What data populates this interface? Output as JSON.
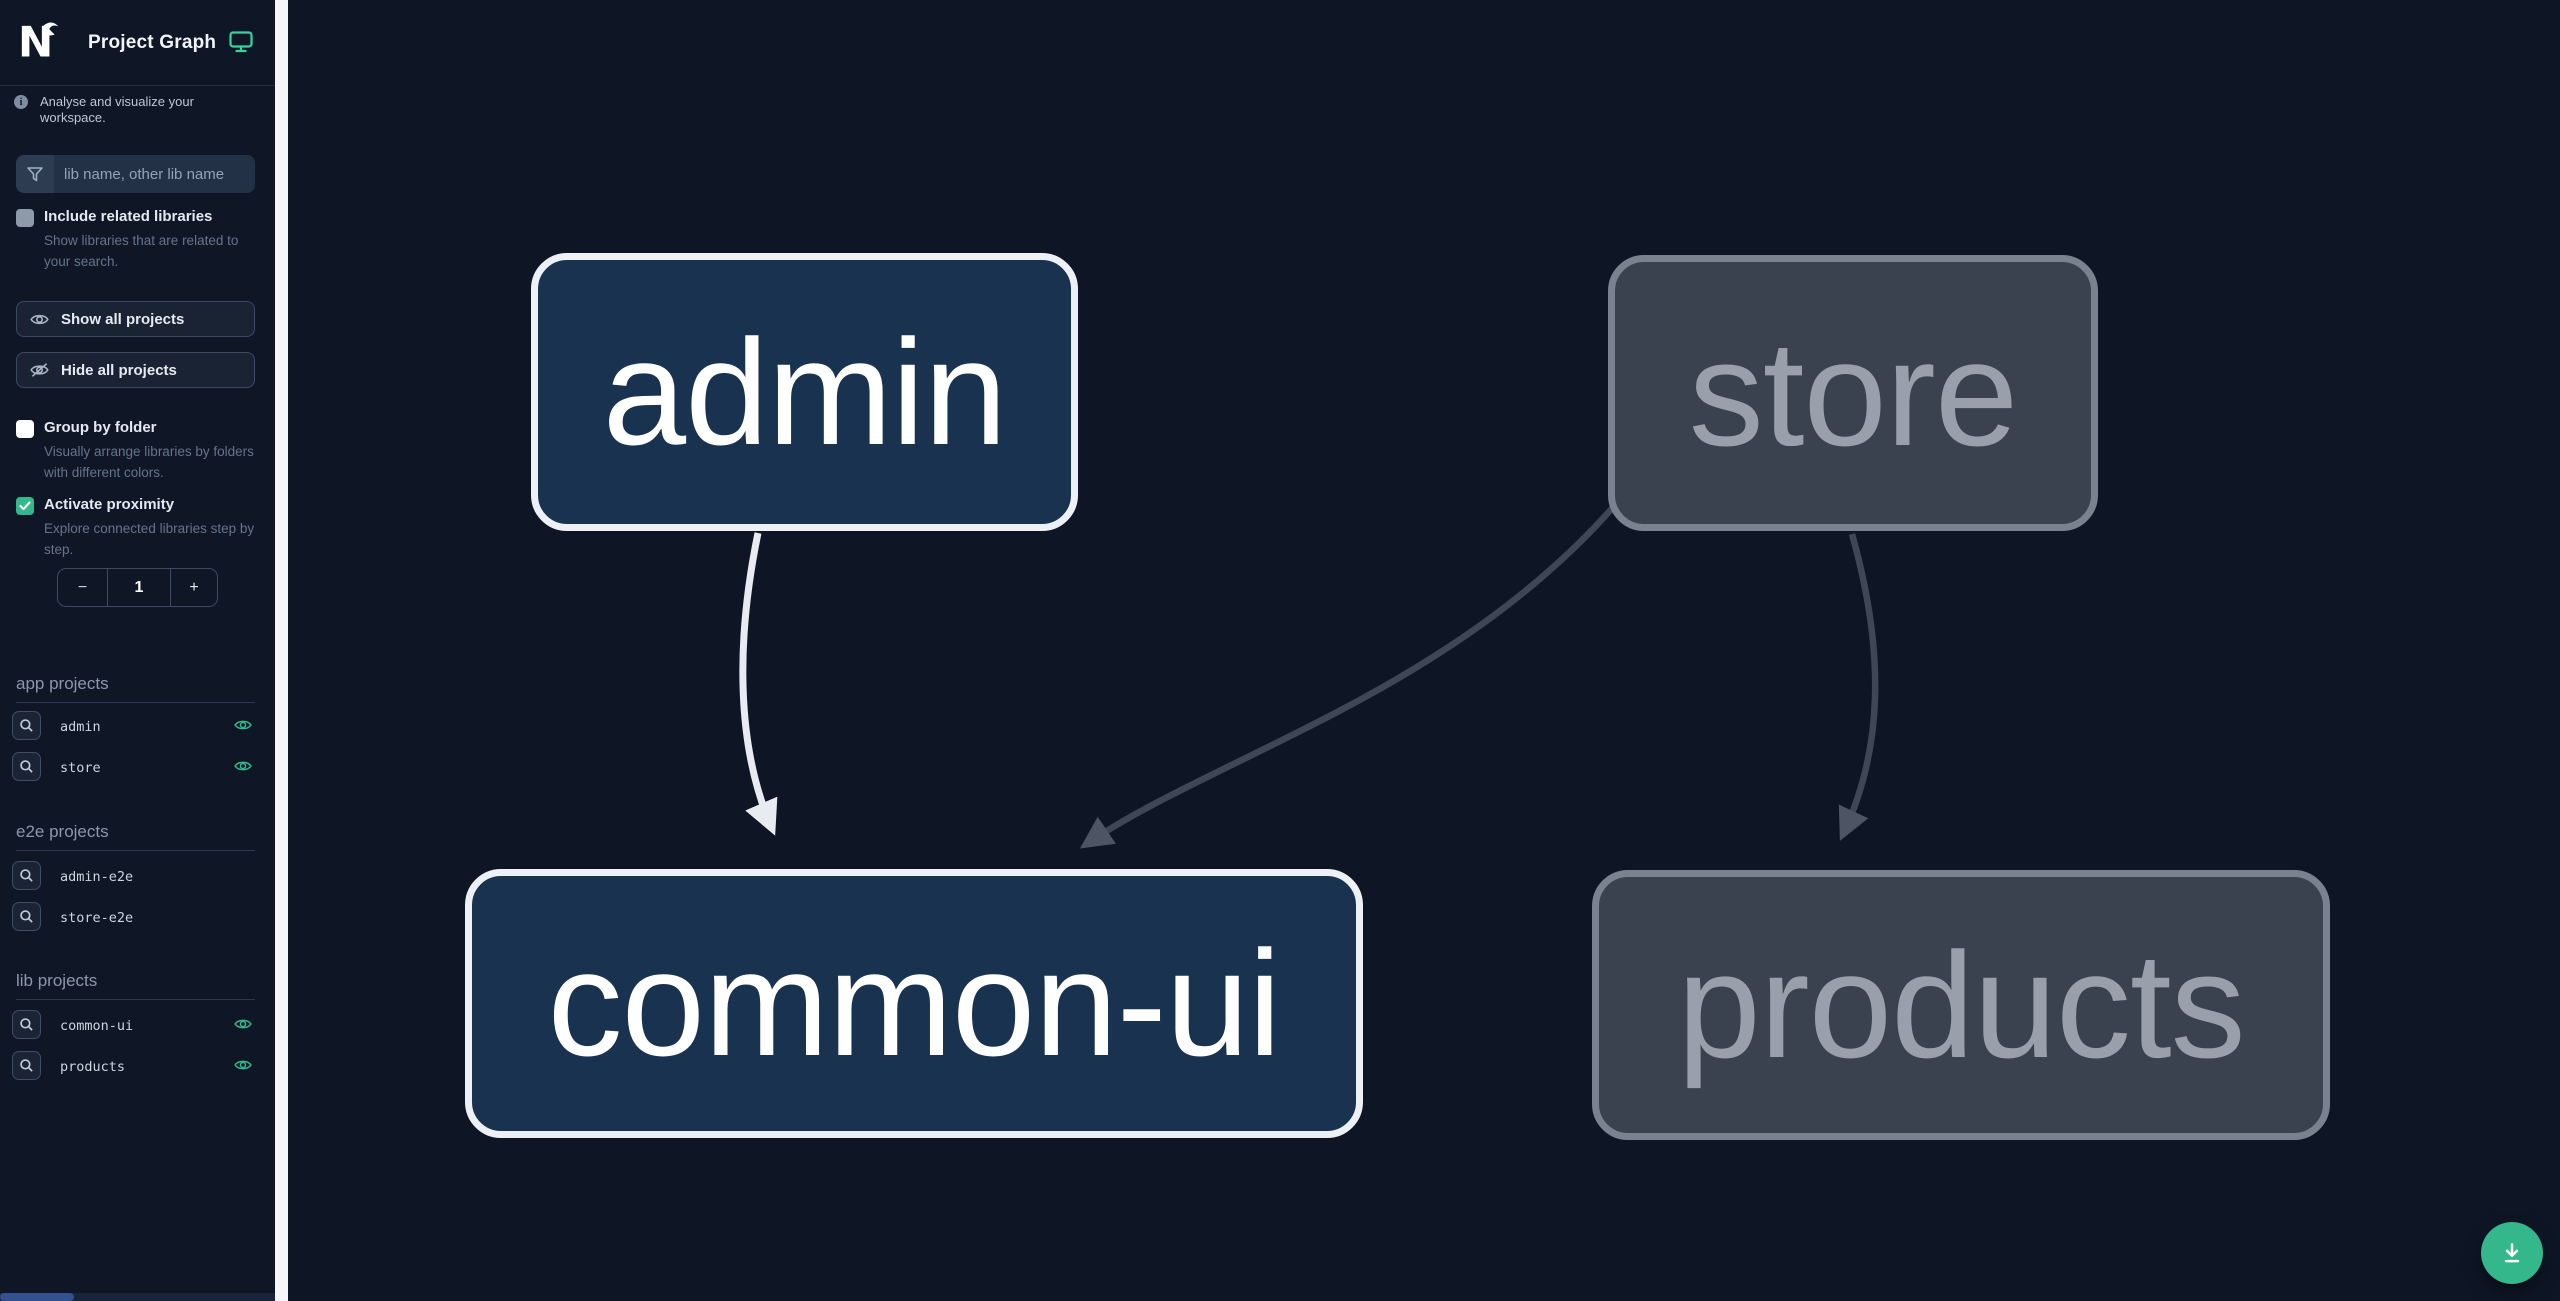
{
  "app": {
    "title": "Project Graph"
  },
  "sidebar": {
    "tagline": "Analyse and visualize your workspace.",
    "filter_placeholder": "lib name, other lib name",
    "include_related": {
      "label": "Include related libraries",
      "description": "Show libraries that are related to your search.",
      "checked": false
    },
    "buttons": {
      "show_all": "Show all projects",
      "hide_all": "Hide all projects"
    },
    "group_by_folder": {
      "label": "Group by folder",
      "description": "Visually arrange libraries by folders with different colors.",
      "checked": false
    },
    "activate_proximity": {
      "label": "Activate proximity",
      "description": "Explore connected libraries step by step.",
      "checked": true
    },
    "proximity": {
      "decrement_label": "−",
      "value": "1",
      "increment_label": "+"
    },
    "sections": [
      {
        "title": "app projects",
        "items": [
          {
            "name": "admin",
            "eye_visible": true
          },
          {
            "name": "store",
            "eye_visible": true
          }
        ]
      },
      {
        "title": "e2e projects",
        "items": [
          {
            "name": "admin-e2e",
            "eye_visible": false
          },
          {
            "name": "store-e2e",
            "eye_visible": false
          }
        ]
      },
      {
        "title": "lib projects",
        "items": [
          {
            "name": "common-ui",
            "eye_visible": true
          },
          {
            "name": "products",
            "eye_visible": true
          }
        ]
      }
    ]
  },
  "graph": {
    "nodes": [
      {
        "label": "admin",
        "state": "focused"
      },
      {
        "label": "store",
        "state": "dimmed"
      },
      {
        "label": "common-ui",
        "state": "focused"
      },
      {
        "label": "products",
        "state": "dimmed"
      }
    ],
    "edges": [
      {
        "from": "admin",
        "to": "common-ui",
        "emphasis": "highlighted"
      },
      {
        "from": "store",
        "to": "common-ui",
        "emphasis": "dimmed"
      },
      {
        "from": "store",
        "to": "products",
        "emphasis": "dimmed"
      }
    ]
  },
  "fab": {
    "action": "download"
  },
  "colors": {
    "accent_green": "#34b78b",
    "focused_node_fill": "#183250",
    "focused_node_border": "#edf1f5",
    "dimmed_node_fill": "#3b424f",
    "dimmed_node_border": "#7b828f",
    "edge_highlighted": "#e8ecf0",
    "edge_dimmed": "#3f4755",
    "sidebar_background": "#0f1726",
    "canvas_background": "#0e1626"
  }
}
